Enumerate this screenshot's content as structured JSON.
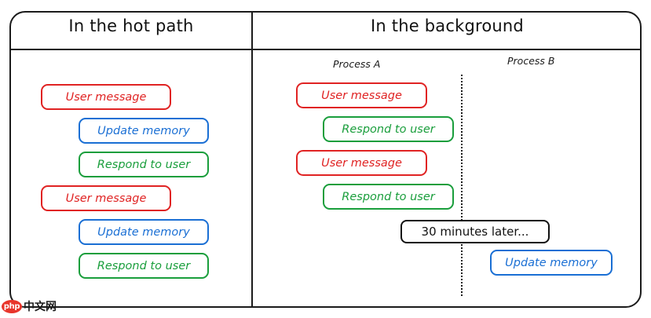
{
  "diagram": {
    "title_left": "In the hot path",
    "title_right": "In the background",
    "process_a_label": "Process A",
    "process_b_label": "Process B",
    "colors": {
      "red": "#e02323",
      "blue": "#1a6fd4",
      "green": "#1a9e3c",
      "black": "#111111",
      "frame": "#1b1b1b",
      "background": "#ffffff"
    },
    "hot_path_steps": [
      {
        "label": "User message",
        "color": "red",
        "indent": 0
      },
      {
        "label": "Update memory",
        "color": "blue",
        "indent": 1
      },
      {
        "label": "Respond to user",
        "color": "green",
        "indent": 1
      },
      {
        "label": "User message",
        "color": "red",
        "indent": 0
      },
      {
        "label": "Update memory",
        "color": "blue",
        "indent": 1
      },
      {
        "label": "Respond to user",
        "color": "green",
        "indent": 1
      }
    ],
    "process_a_steps": [
      {
        "label": "User message",
        "color": "red",
        "indent": 0
      },
      {
        "label": "Respond to user",
        "color": "green",
        "indent": 1
      },
      {
        "label": "User message",
        "color": "red",
        "indent": 0
      },
      {
        "label": "Respond to user",
        "color": "green",
        "indent": 1
      }
    ],
    "time_marker": "30 minutes later...",
    "process_b_steps": [
      {
        "label": "Update memory",
        "color": "blue"
      }
    ]
  },
  "watermark": {
    "badge": "php",
    "text": "中文网"
  }
}
